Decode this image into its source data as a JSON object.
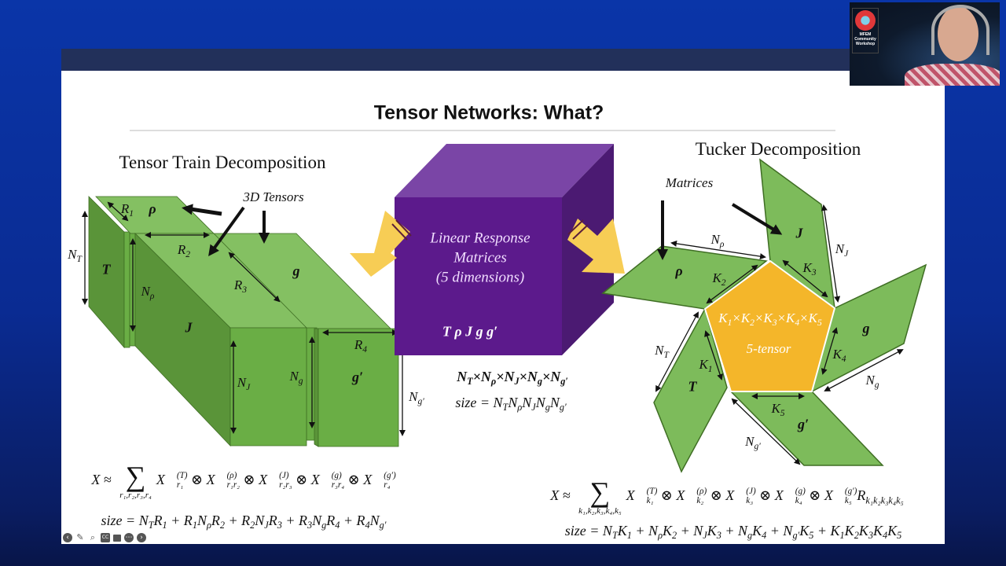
{
  "slide": {
    "title": "Tensor Networks: What?"
  },
  "tensor_train": {
    "title": "Tensor Train Decomposition",
    "callout": "3D Tensors",
    "blocks": {
      "T": "T",
      "rho": "ρ",
      "J": "J",
      "g": "g",
      "gp": "g′"
    },
    "dims": {
      "NT": [
        {
          "b": "N",
          "sub": "T"
        }
      ],
      "R1": [
        {
          "b": "R",
          "sub": "1"
        }
      ],
      "R2": [
        {
          "b": "R",
          "sub": "2"
        }
      ],
      "Nrho": [
        {
          "b": "N",
          "sub": "ρ"
        }
      ],
      "R3": [
        {
          "b": "R",
          "sub": "3"
        }
      ],
      "NJ": [
        {
          "b": "N",
          "sub": "J"
        }
      ],
      "Ng": [
        {
          "b": "N",
          "sub": "g"
        }
      ],
      "R4": [
        {
          "b": "R",
          "sub": "4"
        }
      ],
      "Ngp": [
        {
          "b": "N",
          "sub": "g′"
        }
      ]
    },
    "formula_x": [
      "X ≈ ",
      {
        "sum": "∑",
        "under": "r₁,r₂,r₃,r₄"
      },
      {
        "b": "X⃗",
        "sup": "(T)",
        "sub": "r₁"
      },
      " ⊗ ",
      {
        "b": "X⃗",
        "sup": "(ρ)",
        "sub": "r₁r₂"
      },
      " ⊗ ",
      {
        "b": "X⃗",
        "sup": "(J)",
        "sub": "r₂r₃"
      },
      " ⊗ ",
      {
        "b": "X⃗",
        "sup": "(g)",
        "sub": "r₃r₄"
      },
      " ⊗ ",
      {
        "b": "X⃗",
        "sup": "(g′)",
        "sub": "r₄"
      }
    ],
    "formula_size": [
      "size = ",
      {
        "b": "N",
        "sub": "T"
      },
      "R",
      {
        "b": "",
        "sub": "1"
      },
      " + R",
      {
        "b": "",
        "sub": "1"
      },
      {
        "b": "N",
        "sub": "ρ"
      },
      "R",
      {
        "b": "",
        "sub": "2"
      },
      " + R",
      {
        "b": "",
        "sub": "2"
      },
      {
        "b": "N",
        "sub": "J"
      },
      "R",
      {
        "b": "",
        "sub": "3"
      },
      " + R",
      {
        "b": "",
        "sub": "3"
      },
      {
        "b": "N",
        "sub": "g"
      },
      "R",
      {
        "b": "",
        "sub": "4"
      },
      " + R",
      {
        "b": "",
        "sub": "4"
      },
      {
        "b": "N",
        "sub": "g′"
      }
    ]
  },
  "center": {
    "lines": [
      "Linear Response",
      "Matrices",
      "(5 dimensions)"
    ],
    "indices": "T ρ J g g′",
    "product": [
      {
        "b": "N",
        "sub": "T"
      },
      "×",
      {
        "b": "N",
        "sub": "ρ"
      },
      "×",
      {
        "b": "N",
        "sub": "J"
      },
      "×",
      {
        "b": "N",
        "sub": "g"
      },
      "×",
      {
        "b": "N",
        "sub": "g′"
      }
    ],
    "size": [
      "size = ",
      {
        "b": "N",
        "sub": "T"
      },
      {
        "b": "N",
        "sub": "ρ"
      },
      {
        "b": "N",
        "sub": "J"
      },
      {
        "b": "N",
        "sub": "g"
      },
      {
        "b": "N",
        "sub": "g′"
      }
    ]
  },
  "tucker": {
    "title": "Tucker Decomposition",
    "callout": "Matrices",
    "core_dims": [
      {
        "b": "K",
        "sub": "1"
      },
      "×",
      {
        "b": "K",
        "sub": "2"
      },
      "×",
      {
        "b": "K",
        "sub": "3"
      },
      "×",
      {
        "b": "K",
        "sub": "4"
      },
      "×",
      {
        "b": "K",
        "sub": "5"
      }
    ],
    "core_label": "5-tensor",
    "blocks": {
      "T": "T",
      "rho": "ρ",
      "J": "J",
      "g": "g",
      "gp": "g′"
    },
    "dims": {
      "Nrho": [
        {
          "b": "N",
          "sub": "ρ"
        }
      ],
      "K2": [
        {
          "b": "K",
          "sub": "2"
        }
      ],
      "K3": [
        {
          "b": "K",
          "sub": "3"
        }
      ],
      "NJ": [
        {
          "b": "N",
          "sub": "J"
        }
      ],
      "K4": [
        {
          "b": "K",
          "sub": "4"
        }
      ],
      "Ng": [
        {
          "b": "N",
          "sub": "g"
        }
      ],
      "K1": [
        {
          "b": "K",
          "sub": "1"
        }
      ],
      "NT": [
        {
          "b": "N",
          "sub": "T"
        }
      ],
      "K5": [
        {
          "b": "K",
          "sub": "5"
        }
      ],
      "Ngp": [
        {
          "b": "N",
          "sub": "g′"
        }
      ]
    },
    "formula_x": [
      "X ≈ ",
      {
        "sum": "∑",
        "under": "k₁,k₂,k₃,k₄,k₅"
      },
      {
        "b": "X⃗",
        "sup": "(T)",
        "sub": "k₁"
      },
      " ⊗ ",
      {
        "b": "X⃗",
        "sup": "(ρ)",
        "sub": "k₂"
      },
      " ⊗ ",
      {
        "b": "X⃗",
        "sup": "(J)",
        "sub": "k₃"
      },
      " ⊗ ",
      {
        "b": "X⃗",
        "sup": "(g)",
        "sub": "k₄"
      },
      " ⊗ ",
      {
        "b": "X⃗",
        "sup": "(g′)",
        "sub": "k₅"
      },
      {
        "b": "R",
        "sub": "k₁k₂k₃k₄k₅"
      }
    ],
    "formula_size": [
      "size = ",
      {
        "b": "N",
        "sub": "T"
      },
      {
        "b": "K",
        "sub": "1"
      },
      " + ",
      {
        "b": "N",
        "sub": "ρ"
      },
      {
        "b": "K",
        "sub": "2"
      },
      " + ",
      {
        "b": "N",
        "sub": "J"
      },
      {
        "b": "K",
        "sub": "3"
      },
      " + ",
      {
        "b": "N",
        "sub": "g"
      },
      {
        "b": "K",
        "sub": "4"
      },
      " + ",
      {
        "b": "N",
        "sub": "g′"
      },
      {
        "b": "K",
        "sub": "5"
      },
      " + ",
      {
        "b": "K",
        "sub": "1"
      },
      {
        "b": "K",
        "sub": "2"
      },
      {
        "b": "K",
        "sub": "3"
      },
      {
        "b": "K",
        "sub": "4"
      },
      {
        "b": "K",
        "sub": "5"
      }
    ]
  },
  "webcam": {
    "logo_text": "MFEM Community Workshop"
  },
  "toolbar": {
    "icons": [
      "previous-icon",
      "pen-icon",
      "zoom-icon",
      "captions-icon",
      "video-icon",
      "more-icon",
      "next-icon"
    ],
    "captions_label": "CC"
  },
  "colors": {
    "green_top": "#84c062",
    "green_front": "#6aae45",
    "green_side": "#5a9439",
    "purple": "#5c1a8c",
    "core": "#f4b62a",
    "arrow_yellow": "#f7cd55"
  }
}
